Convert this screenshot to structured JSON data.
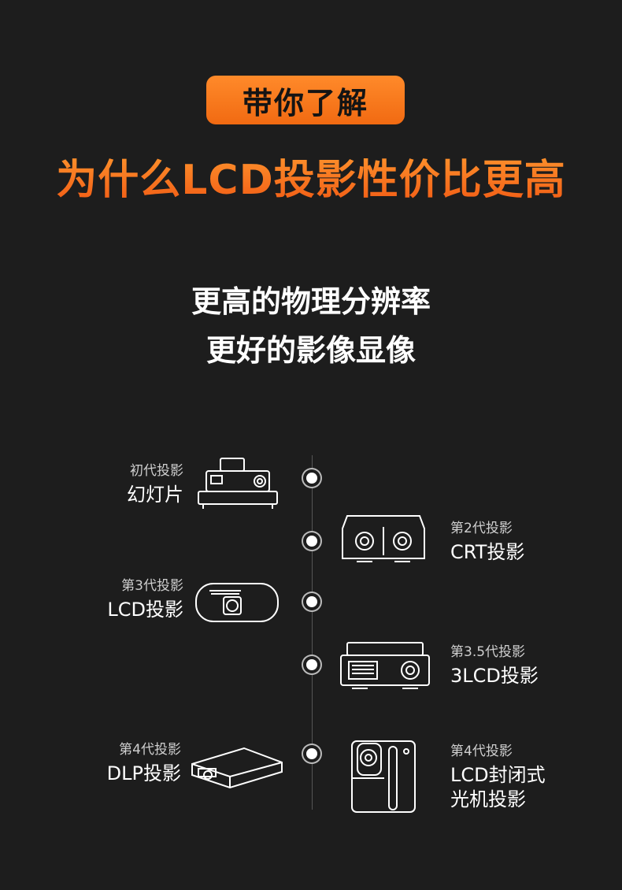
{
  "header": {
    "badge": "带你了解",
    "title": "为什么LCD投影性价比更高"
  },
  "subtitle": {
    "line1": "更高的物理分辨率",
    "line2": "更好的影像显像"
  },
  "timeline": [
    {
      "gen": "初代投影",
      "name": "幻灯片",
      "icon": "slide-projector-icon"
    },
    {
      "gen": "第2代投影",
      "name": "CRT投影",
      "icon": "crt-projector-icon"
    },
    {
      "gen": "第3代投影",
      "name": "LCD投影",
      "icon": "lcd-projector-icon"
    },
    {
      "gen": "第3.5代投影",
      "name": "3LCD投影",
      "icon": "3lcd-projector-icon"
    },
    {
      "gen": "第4代投影",
      "name": "DLP投影",
      "icon": "dlp-projector-icon"
    },
    {
      "gen": "第4代投影",
      "name": "LCD封闭式",
      "name2": "光机投影",
      "icon": "sealed-lcd-projector-icon"
    }
  ]
}
